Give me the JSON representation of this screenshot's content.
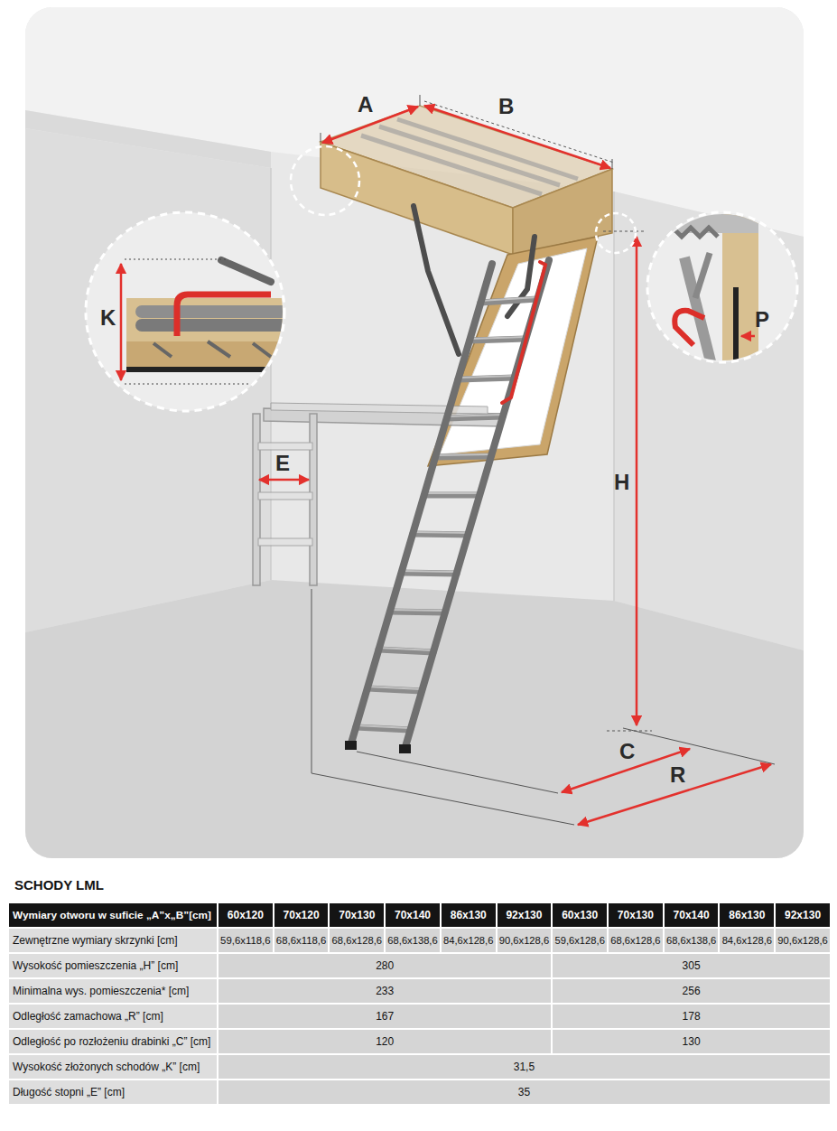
{
  "diagram": {
    "title": "SCHODY LML",
    "labels": [
      "A",
      "B",
      "K",
      "P",
      "H",
      "E",
      "C",
      "R",
      "Wymiary otworu w suficie „A”x„B”[cm]",
      "60x120",
      "70x120",
      "70x130",
      "70x140",
      "86x130",
      "92x130",
      "60x130",
      "70x130",
      "70x140",
      "86x130",
      "92x130",
      "Zewnętrzne wymiary skrzynki [cm]",
      "59,6x118,6",
      "68,6x118,6",
      "68,6x128,6",
      "68,6x138,6",
      "84,6x128,6",
      "90,6x128,6",
      "59,6x128,6",
      "68,6x128,6",
      "68,6x138,6",
      "84,6x128,6",
      "90,6x128,6",
      "Wysokość pomieszczenia „H” [cm]",
      "280",
      "305",
      "Minimalna wys. pomieszczenia* [cm]",
      "233",
      "256",
      "Odległość zamachowa „R” [cm]",
      "167",
      "178",
      "Odległość po rozłożeniu drabinki „C” [cm]",
      "120",
      "130",
      "Wysokość złożonych schodów „K” [cm]",
      "31,5",
      "Długość stopni „E” [cm]",
      "35"
    ]
  }
}
